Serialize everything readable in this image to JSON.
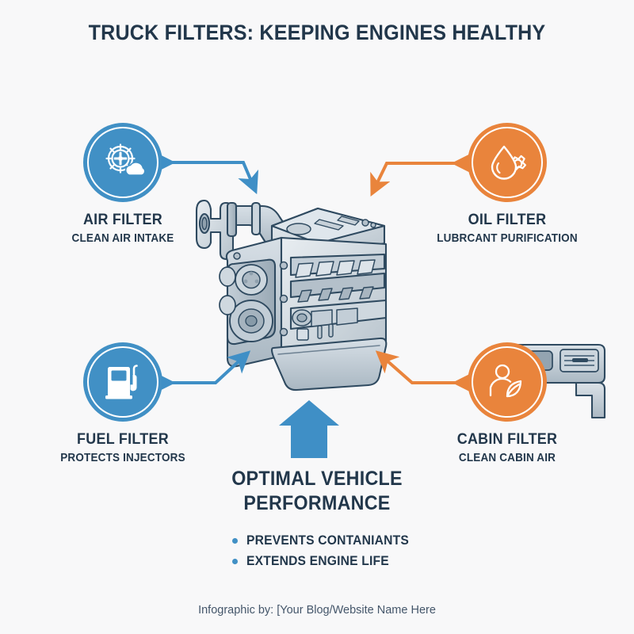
{
  "page": {
    "title": "TRUCK FILTERS: KEEPING ENGINES HEALTHY",
    "background_color": "#f8f8f9",
    "text_color": "#22374b",
    "blue": "#4190c5",
    "orange": "#e9843c"
  },
  "nodes": [
    {
      "id": "air",
      "title": "AIR FILTER",
      "subtitle": "CLEAN AIR INTAKE",
      "color": "#4190c5",
      "icon": "fan-cloud-icon",
      "position": "top-left"
    },
    {
      "id": "oil",
      "title": "OIL FILTER",
      "subtitle": "LUBRCANT PURIFICATION",
      "color": "#e9843c",
      "icon": "oil-drop-gear-icon",
      "position": "top-right"
    },
    {
      "id": "fuel",
      "title": "FUEL FILTER",
      "subtitle": "PROTECTS INJECTORS",
      "color": "#4190c5",
      "icon": "fuel-pump-icon",
      "position": "bottom-left"
    },
    {
      "id": "cabin",
      "title": "CABIN FILTER",
      "subtitle": "CLEAN CABIN AIR",
      "color": "#e9843c",
      "icon": "person-leaf-icon",
      "position": "bottom-right"
    }
  ],
  "center_art": {
    "engine": "truck-engine-illustration",
    "dashboard": "car-dashboard-vent-illustration"
  },
  "outcome": {
    "line1": "OPTIMAL VEHICLE",
    "line2": "PERFORMANCE",
    "arrow": "up-arrow-icon",
    "bullets": [
      "PREVENTS CONTANIANTS",
      "EXTENDS ENGINE LIFE"
    ]
  },
  "footer": {
    "credit": "Infographic by: [Your Blog/Website Name Here"
  }
}
